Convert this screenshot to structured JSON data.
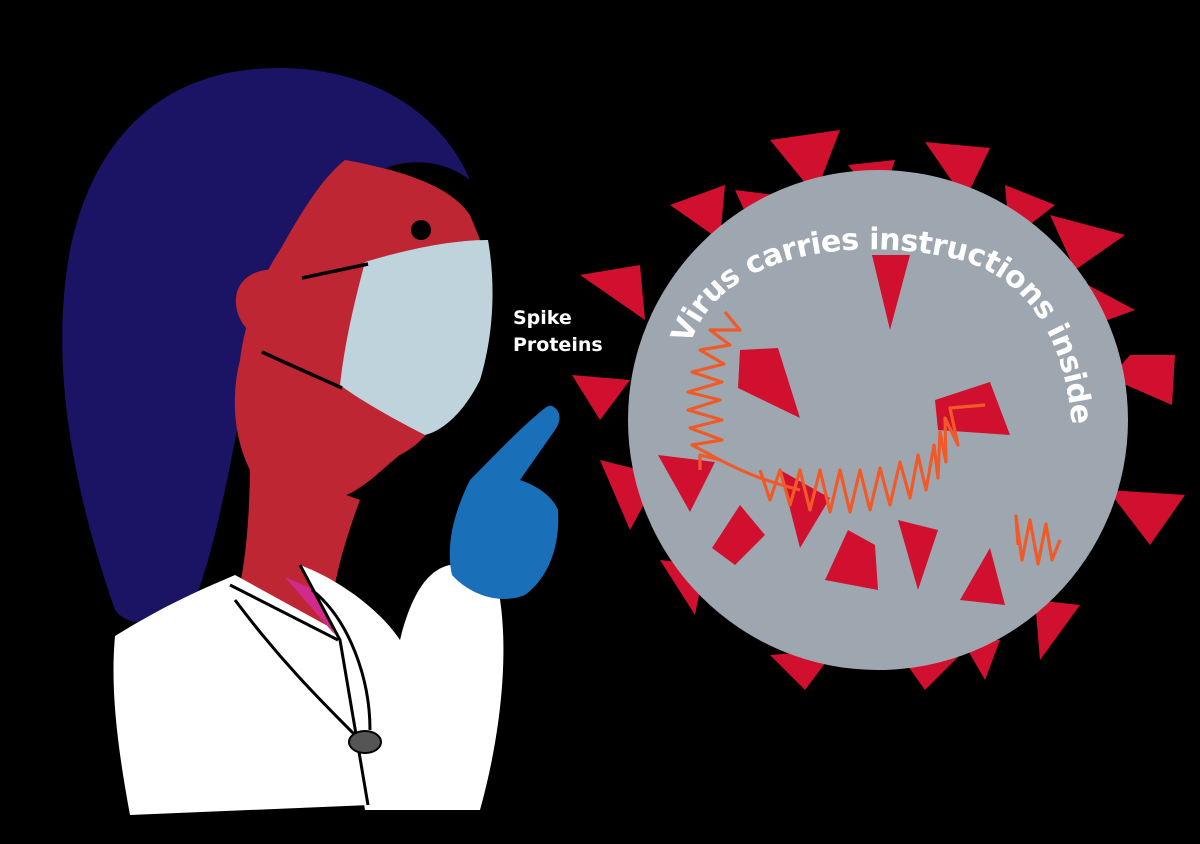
{
  "annotations": {
    "spike_line1": "Spike",
    "spike_line2": "Proteins",
    "virus_caption": "Virus carries instructions inside"
  },
  "colors": {
    "background": "#000000",
    "hair": "#1b1464",
    "skin": "#be2633",
    "mask": "#bfd3dc",
    "glove": "#1a70b8",
    "coat": "#ffffff",
    "collar": "#d12a8c",
    "virus_body": "#9ea7b0",
    "spike": "#d0102e",
    "rna": "#f05a28",
    "text": "#ffffff"
  },
  "icons": [
    "scientist-illustration",
    "coronavirus-icon",
    "spike-protein-icon",
    "rna-strand-icon",
    "stethoscope-icon"
  ]
}
